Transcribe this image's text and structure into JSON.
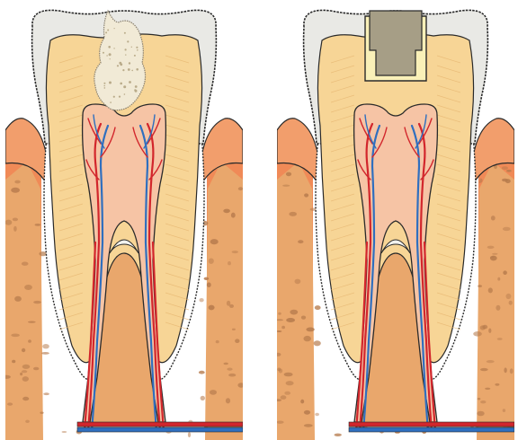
{
  "panels": [
    {
      "id": "decayed-tooth",
      "state": "cavity"
    },
    {
      "id": "filled-tooth",
      "state": "filled"
    }
  ],
  "colors": {
    "enamel": "#e9e9e5",
    "dentin": "#f7d596",
    "pulp": "#f6c4a5",
    "gum": "#f08a57",
    "bone": "#e9a76c",
    "bone_spot": "#b57a4c",
    "decay": "#f1ead6",
    "filling": "#a69e86",
    "filling_liner": "#f9f0b8",
    "artery": "#d2262c",
    "vein": "#2f6fbf",
    "outline": "#2a2a2a"
  }
}
